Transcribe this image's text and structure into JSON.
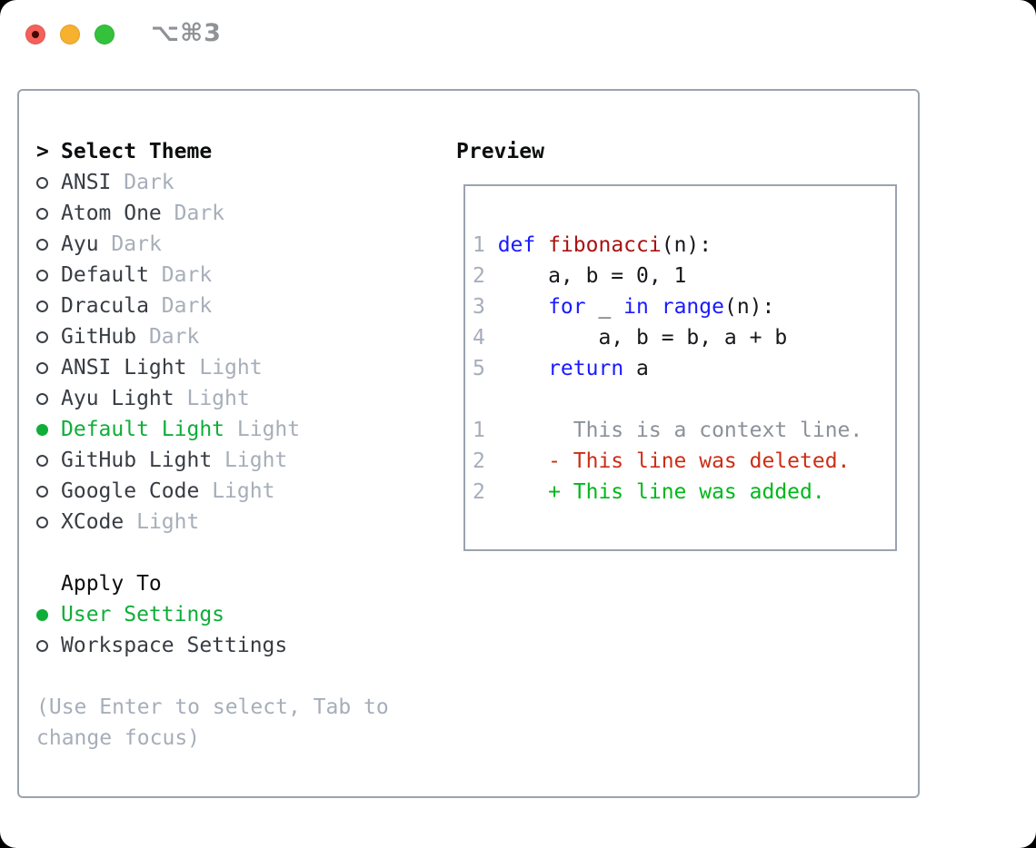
{
  "window": {
    "titlebar": {
      "shortcut": "⌥⌘3",
      "traffic_lights": [
        "close",
        "minimize",
        "zoom"
      ]
    }
  },
  "colors": {
    "accent_green": "#0fae39",
    "diff_added": "#00b81a",
    "diff_deleted": "#cb2e16",
    "keyword_blue": "#1a1aff",
    "function_red": "#a81310",
    "muted_gray": "#a6aeb9",
    "border_gray": "#9aa3ae",
    "text_dark": "#383d44"
  },
  "theme_picker": {
    "header": {
      "marker": ">",
      "label": "Select Theme"
    },
    "themes": [
      {
        "name": "ANSI",
        "variant": "Dark",
        "selected": false
      },
      {
        "name": "Atom One",
        "variant": "Dark",
        "selected": false
      },
      {
        "name": "Ayu",
        "variant": "Dark",
        "selected": false
      },
      {
        "name": "Default",
        "variant": "Dark",
        "selected": false
      },
      {
        "name": "Dracula",
        "variant": "Dark",
        "selected": false
      },
      {
        "name": "GitHub",
        "variant": "Dark",
        "selected": false
      },
      {
        "name": "ANSI Light",
        "variant": "Light",
        "selected": false
      },
      {
        "name": "Ayu Light",
        "variant": "Light",
        "selected": false
      },
      {
        "name": "Default Light",
        "variant": "Light",
        "selected": true
      },
      {
        "name": "GitHub Light",
        "variant": "Light",
        "selected": false
      },
      {
        "name": "Google Code",
        "variant": "Light",
        "selected": false
      },
      {
        "name": "XCode",
        "variant": "Light",
        "selected": false
      }
    ],
    "apply_to": {
      "label": "Apply To",
      "options": [
        {
          "name": "User Settings",
          "selected": true
        },
        {
          "name": "Workspace Settings",
          "selected": false
        }
      ]
    },
    "help": [
      "(Use Enter to select, Tab to",
      "change focus)"
    ]
  },
  "preview": {
    "label": "Preview",
    "code": [
      {
        "num": "1",
        "segments": [
          {
            "t": "def",
            "c": "keyword"
          },
          {
            "t": " ",
            "c": "plain"
          },
          {
            "t": "fibonacci",
            "c": "function"
          },
          {
            "t": "(n):",
            "c": "plain"
          }
        ]
      },
      {
        "num": "2",
        "segments": [
          {
            "t": "    a, b = 0, 1",
            "c": "plain"
          }
        ]
      },
      {
        "num": "3",
        "segments": [
          {
            "t": "    ",
            "c": "plain"
          },
          {
            "t": "for",
            "c": "keyword"
          },
          {
            "t": " _ ",
            "c": "plain"
          },
          {
            "t": "in",
            "c": "keyword"
          },
          {
            "t": " ",
            "c": "plain"
          },
          {
            "t": "range",
            "c": "keyword"
          },
          {
            "t": "(n):",
            "c": "plain"
          }
        ]
      },
      {
        "num": "4",
        "segments": [
          {
            "t": "        a, b = b, a + b",
            "c": "plain"
          }
        ]
      },
      {
        "num": "5",
        "segments": [
          {
            "t": "    ",
            "c": "plain"
          },
          {
            "t": "return",
            "c": "keyword"
          },
          {
            "t": " a",
            "c": "plain"
          }
        ]
      }
    ],
    "diff": [
      {
        "num": "1",
        "text": "      This is a context line.",
        "kind": "context"
      },
      {
        "num": "2",
        "text": "    - This line was deleted.",
        "kind": "deleted"
      },
      {
        "num": "2",
        "text": "    + This line was added.",
        "kind": "added"
      }
    ]
  }
}
